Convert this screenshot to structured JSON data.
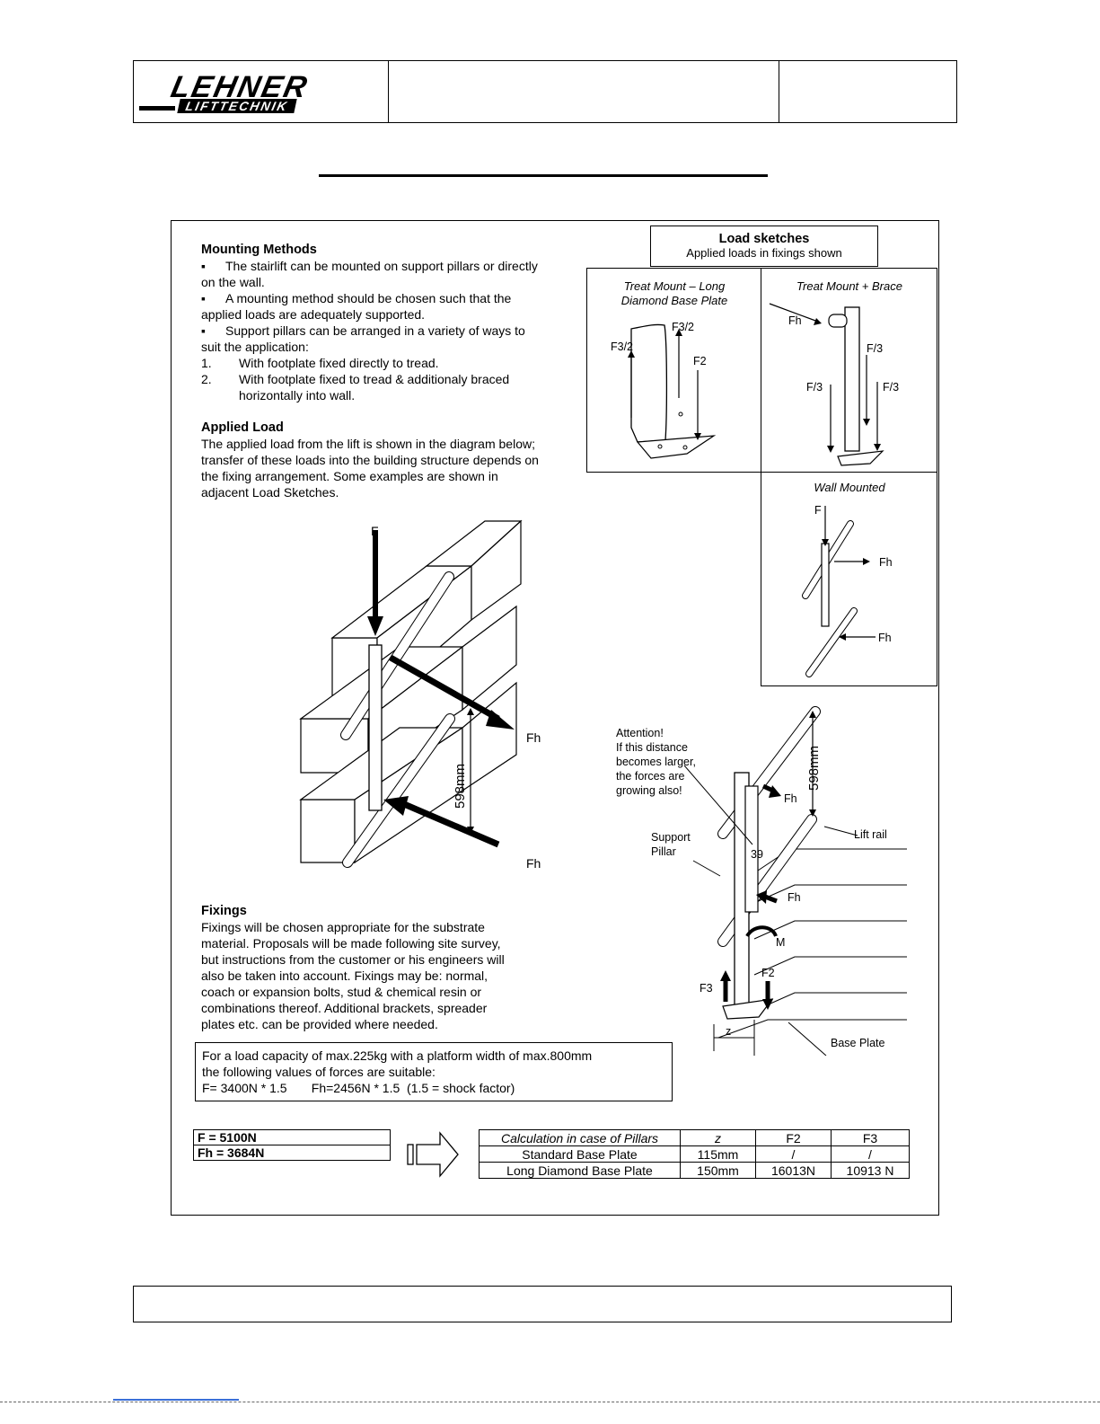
{
  "header": {
    "logo_main": "LEHNER",
    "logo_sub": "LIFTTECHNIK"
  },
  "mounting": {
    "title": "Mounting Methods",
    "bullet1": "The stairlift can be mounted on support pillars or directly",
    "bullet1b": "on the wall.",
    "bullet2": "A mounting method should be chosen such that the",
    "bullet2b": "applied loads are adequately supported.",
    "bullet3": "Support pillars can be arranged in a variety of ways to",
    "bullet3b": "suit the application:",
    "n1": "1.",
    "item1": "With footplate fixed directly to tread.",
    "n2": "2.",
    "item2": "With footplate fixed to tread & additionaly braced",
    "item2b": "horizontally into wall."
  },
  "applied": {
    "title": "Applied Load",
    "l1": "The applied load from the lift is shown in the diagram below;",
    "l2": "transfer of these loads into the building structure depends on",
    "l3": "the fixing arrangement. Some examples are shown in",
    "l4": "adjacent Load Sketches."
  },
  "sketches": {
    "title": "Load sketches",
    "subtitle": "Applied loads in fixings shown",
    "s1_title_a": "Treat Mount – Long",
    "s1_title_b": "Diamond Base Plate",
    "s2_title": "Treat Mount + Brace",
    "s3_title": "Wall Mounted",
    "f32": "F3/2",
    "f2": "F2",
    "fh": "Fh",
    "f3": "F/3",
    "f": "F"
  },
  "wall_diagram": {
    "f": "F",
    "fh": "Fh",
    "dim": "598mm"
  },
  "pillar_diagram": {
    "attn1": "Attention!",
    "attn2": "If this distance",
    "attn3": "becomes larger,",
    "attn4": "the forces are",
    "attn5": "growing also!",
    "dim": "598mm",
    "fh": "Fh",
    "lift_rail": "Lift rail",
    "support1": "Support",
    "support2": "Pillar",
    "n39": "39",
    "m": "M",
    "f2": "F2",
    "f3": "F3",
    "z": "z",
    "base_plate": "Base Plate"
  },
  "fixings": {
    "title": "Fixings",
    "l1": "Fixings will be chosen appropriate for the substrate",
    "l2": "material. Proposals will be made following site survey,",
    "l3": "but instructions from the customer or his engineers will",
    "l4": "also be taken into account. Fixings may be: normal,",
    "l5": "coach or expansion bolts, stud & chemical resin or",
    "l6": "combinations thereof. Additional brackets, spreader",
    "l7": "plates etc. can be provided where needed."
  },
  "capacity": {
    "l1": "For a load capacity of max.225kg with a platform width of max.800mm",
    "l2": "the following values of forces are suitable:",
    "l3": "F= 3400N * 1.5       Fh=2456N * 1.5  (1.5 = shock factor)"
  },
  "forces": {
    "f": "F = 5100N",
    "fh": "Fh = 3684N"
  },
  "calc": {
    "headers": [
      "Calculation in case of Pillars",
      "z",
      "F2",
      "F3"
    ],
    "rows": [
      [
        "Standard Base Plate",
        "115mm",
        "/",
        "/"
      ],
      [
        "Long Diamond Base Plate",
        "150mm",
        "16013N",
        "10913 N"
      ]
    ]
  }
}
